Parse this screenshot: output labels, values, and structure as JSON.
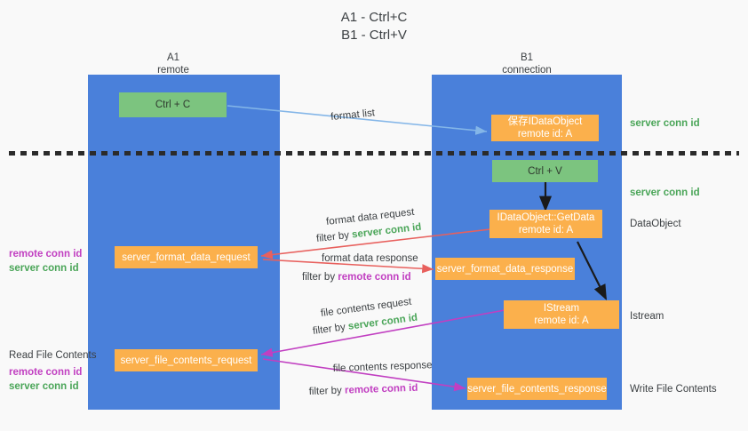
{
  "title": {
    "line1": "A1 - Ctrl+C",
    "line2": "B1 - Ctrl+V"
  },
  "lanes": [
    {
      "id": "a1",
      "title": "A1",
      "subtitle": "remote"
    },
    {
      "id": "b1",
      "title": "B1",
      "subtitle": "connection"
    }
  ],
  "nodes": {
    "ctrl_c": {
      "line1": "Ctrl + C",
      "line2": ""
    },
    "save_idataobject": {
      "line1": "保存IDataObject",
      "line2": "remote id: A"
    },
    "ctrl_v": {
      "line1": "Ctrl + V",
      "line2": ""
    },
    "getdata": {
      "line1": "IDataObject::GetData",
      "line2": "remote id: A"
    },
    "istream": {
      "line1": "IStream",
      "line2": "remote id: A"
    },
    "fmt_req": {
      "line1": "server_format_data_request",
      "line2": ""
    },
    "fmt_resp": {
      "line1": "server_format_data_response",
      "line2": ""
    },
    "file_req": {
      "line1": "server_file_contents_request",
      "line2": ""
    },
    "file_resp": {
      "line1": "server_file_contents_response",
      "line2": ""
    }
  },
  "edges": {
    "format_list": {
      "label": "format list"
    },
    "fmt_data_request": {
      "label": "format data request",
      "filter_prefix": "filter by ",
      "filter_id": "server conn id"
    },
    "fmt_data_response": {
      "label": "format data response",
      "filter_prefix": "filter by ",
      "filter_id": "remote conn id"
    },
    "file_request": {
      "label": "file contents request",
      "filter_prefix": "filter by ",
      "filter_id": "server conn id"
    },
    "file_response": {
      "label": "file contents response",
      "filter_prefix": "filter by ",
      "filter_id": "remote conn id"
    }
  },
  "right_labels": {
    "server_conn_id_1": "server conn id",
    "server_conn_id_2": "server conn id",
    "dataobject": "DataObject",
    "istream": "Istream",
    "write_file_contents": "Write File Contents"
  },
  "left_labels": {
    "remote_conn_id_1": "remote conn id",
    "server_conn_id_1": "server conn id",
    "read_file_contents": "Read File Contents",
    "remote_conn_id_2": "remote conn id",
    "server_conn_id_2": "server conn id"
  },
  "colors": {
    "background": "#f9f9f9",
    "lane": "#4a80da",
    "node_green": "#7cc47f",
    "node_orange": "#fbb04c",
    "arrow_blue": "#84b6e8",
    "arrow_red": "#e8605d",
    "arrow_magenta": "#c13fc1",
    "arrow_black": "#1a1a1a",
    "text_green": "#4aa558",
    "text_magenta": "#c13fc1",
    "dash_line": "#2b2b2b"
  }
}
